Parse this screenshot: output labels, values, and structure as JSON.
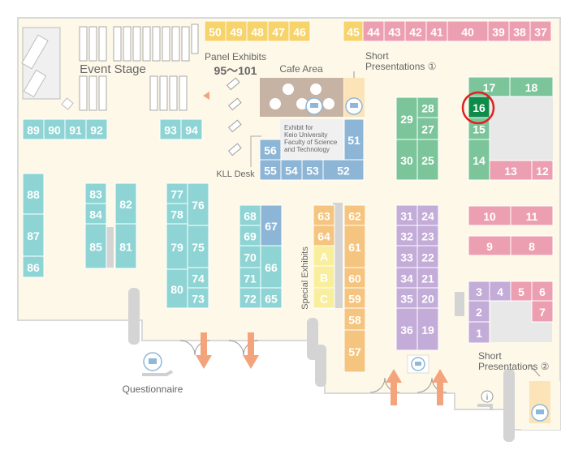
{
  "colors": {
    "floor": "#fdf8e8",
    "wall": "#d4d4d4",
    "teal": "#8fd4d4",
    "yellow": "#f7d36b",
    "pink": "#ec9fb1",
    "green": "#7cc59a",
    "highlight": "#0e8a4a",
    "purple": "#c3acd8",
    "blue": "#8db6d6",
    "orange": "#f5c57f",
    "lightyellow": "#f9ee9c",
    "cafe": "#c7b3a3",
    "gray": "#e0e0e0",
    "circle": "#e0201c",
    "arrow": "#f4a47c",
    "text": "#666666"
  },
  "labels": {
    "event_stage": "Event Stage",
    "panel_exhibits": "Panel Exhibits",
    "panel_range": "95～101",
    "cafe_area": "Cafe Area",
    "short_presentations_1_line1": "Short",
    "short_presentations_1_line2": "Presentations ①",
    "keio_line1": "Exhibit for",
    "keio_line2": "Keio University",
    "keio_line3": "Faculty of Science",
    "keio_line4": "and Technology",
    "kll_desk": "KLL Desk",
    "special_exhibits": "Special Exhibits",
    "short_presentations_2_line1": "Short",
    "short_presentations_2_line2": "Presentations ②",
    "questionnaire": "Questionnaire",
    "info_symbol": "i"
  },
  "booths": [
    {
      "id": "50",
      "color": "yellow"
    },
    {
      "id": "49",
      "color": "yellow"
    },
    {
      "id": "48",
      "color": "yellow"
    },
    {
      "id": "47",
      "color": "yellow"
    },
    {
      "id": "46",
      "color": "yellow"
    },
    {
      "id": "45",
      "color": "yellow"
    },
    {
      "id": "44",
      "color": "pink"
    },
    {
      "id": "43",
      "color": "pink"
    },
    {
      "id": "42",
      "color": "pink"
    },
    {
      "id": "41",
      "color": "pink"
    },
    {
      "id": "40",
      "color": "pink"
    },
    {
      "id": "39",
      "color": "pink"
    },
    {
      "id": "38",
      "color": "pink"
    },
    {
      "id": "37",
      "color": "pink"
    },
    {
      "id": "89",
      "color": "teal"
    },
    {
      "id": "90",
      "color": "teal"
    },
    {
      "id": "91",
      "color": "teal"
    },
    {
      "id": "92",
      "color": "teal"
    },
    {
      "id": "93",
      "color": "teal"
    },
    {
      "id": "94",
      "color": "teal"
    },
    {
      "id": "88",
      "color": "teal"
    },
    {
      "id": "87",
      "color": "teal"
    },
    {
      "id": "86",
      "color": "teal"
    },
    {
      "id": "83",
      "color": "teal"
    },
    {
      "id": "84",
      "color": "teal"
    },
    {
      "id": "85",
      "color": "teal"
    },
    {
      "id": "82",
      "color": "teal"
    },
    {
      "id": "81",
      "color": "teal"
    },
    {
      "id": "77",
      "color": "teal"
    },
    {
      "id": "78",
      "color": "teal"
    },
    {
      "id": "79",
      "color": "teal"
    },
    {
      "id": "80",
      "color": "teal"
    },
    {
      "id": "76",
      "color": "teal"
    },
    {
      "id": "75",
      "color": "teal"
    },
    {
      "id": "74",
      "color": "teal"
    },
    {
      "id": "73",
      "color": "teal"
    },
    {
      "id": "68",
      "color": "teal"
    },
    {
      "id": "69",
      "color": "teal"
    },
    {
      "id": "70",
      "color": "teal"
    },
    {
      "id": "71",
      "color": "teal"
    },
    {
      "id": "72",
      "color": "teal"
    },
    {
      "id": "67",
      "color": "blue"
    },
    {
      "id": "66",
      "color": "teal"
    },
    {
      "id": "65",
      "color": "teal"
    },
    {
      "id": "56",
      "color": "blue"
    },
    {
      "id": "55",
      "color": "blue"
    },
    {
      "id": "54",
      "color": "blue"
    },
    {
      "id": "53",
      "color": "blue"
    },
    {
      "id": "52",
      "color": "blue"
    },
    {
      "id": "51",
      "color": "blue"
    },
    {
      "id": "63",
      "color": "orange"
    },
    {
      "id": "64",
      "color": "orange"
    },
    {
      "id": "A",
      "color": "lightyellow"
    },
    {
      "id": "B",
      "color": "lightyellow"
    },
    {
      "id": "C",
      "color": "lightyellow"
    },
    {
      "id": "62",
      "color": "orange"
    },
    {
      "id": "61",
      "color": "orange"
    },
    {
      "id": "60",
      "color": "orange"
    },
    {
      "id": "59",
      "color": "orange"
    },
    {
      "id": "58",
      "color": "orange"
    },
    {
      "id": "57",
      "color": "orange"
    },
    {
      "id": "29",
      "color": "green"
    },
    {
      "id": "28",
      "color": "green"
    },
    {
      "id": "27",
      "color": "green"
    },
    {
      "id": "30",
      "color": "green"
    },
    {
      "id": "25",
      "color": "green"
    },
    {
      "id": "31",
      "color": "purple"
    },
    {
      "id": "24",
      "color": "purple"
    },
    {
      "id": "32",
      "color": "purple"
    },
    {
      "id": "23",
      "color": "purple"
    },
    {
      "id": "33",
      "color": "purple"
    },
    {
      "id": "22",
      "color": "purple"
    },
    {
      "id": "34",
      "color": "purple"
    },
    {
      "id": "21",
      "color": "purple"
    },
    {
      "id": "35",
      "color": "purple"
    },
    {
      "id": "20",
      "color": "purple"
    },
    {
      "id": "36",
      "color": "purple"
    },
    {
      "id": "19",
      "color": "purple"
    },
    {
      "id": "17",
      "color": "green"
    },
    {
      "id": "18",
      "color": "green"
    },
    {
      "id": "16",
      "color": "highlight"
    },
    {
      "id": "15",
      "color": "green"
    },
    {
      "id": "14",
      "color": "green"
    },
    {
      "id": "13",
      "color": "pink"
    },
    {
      "id": "12",
      "color": "pink"
    },
    {
      "id": "10",
      "color": "pink"
    },
    {
      "id": "11",
      "color": "pink"
    },
    {
      "id": "9",
      "color": "pink"
    },
    {
      "id": "8",
      "color": "pink"
    },
    {
      "id": "3",
      "color": "purple"
    },
    {
      "id": "4",
      "color": "purple"
    },
    {
      "id": "2",
      "color": "purple"
    },
    {
      "id": "1",
      "color": "purple"
    },
    {
      "id": "5",
      "color": "pink"
    },
    {
      "id": "6",
      "color": "pink"
    },
    {
      "id": "7",
      "color": "pink"
    }
  ],
  "highlighted_booth": "16"
}
